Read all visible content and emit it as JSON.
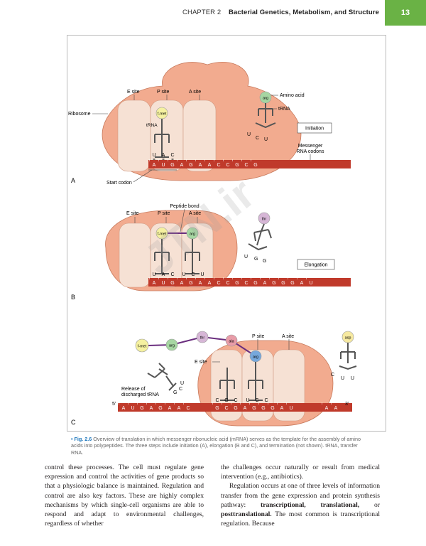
{
  "header": {
    "chapter": "CHAPTER 2",
    "title": "Bacterial Genetics, Metabolism, and Structure",
    "page_number": "13"
  },
  "figure": {
    "panels": {
      "a": {
        "letter": "A",
        "site_e": "E site",
        "site_p": "P site",
        "site_a": "A site",
        "ribosome": "Ribosome",
        "trna": "tRNA",
        "incoming_trna": "tRNA",
        "amino_acid": "Amino acid",
        "aa_p": "f-met",
        "aa_incoming": "arg",
        "stage": "Initiation",
        "messenger_1": "Messenger",
        "messenger_2": "RNA codons",
        "start_codon": "Start codon",
        "anticodon": [
          "U",
          "A",
          "C"
        ],
        "incoming_anticodon": [
          "U",
          "C",
          "U"
        ],
        "mrna": [
          "A",
          "U",
          "G",
          "A",
          "G",
          "A",
          "A",
          "C",
          "C",
          "G",
          "C",
          "G"
        ]
      },
      "b": {
        "letter": "B",
        "site_e": "E site",
        "site_p": "P site",
        "site_a": "A site",
        "peptide_bond": "Peptide bond",
        "aa_p": "f-met",
        "aa_a": "arg",
        "aa_incoming": "thr",
        "stage": "Elongation",
        "anticodon_p": [
          "U",
          "A",
          "C"
        ],
        "anticodon_a": [
          "U",
          "C",
          "U"
        ],
        "incoming_anticodon": [
          "U",
          "G",
          "G"
        ],
        "mrna": [
          "A",
          "U",
          "G",
          "A",
          "G",
          "A",
          "A",
          "C",
          "C",
          "G",
          "C",
          "G",
          "A",
          "G",
          "G",
          "G",
          "A",
          "U"
        ]
      },
      "c": {
        "letter": "C",
        "site_e": "E site",
        "site_p": "P site",
        "site_a": "A site",
        "chain": [
          "f-met",
          "arg",
          "thr",
          "ala"
        ],
        "aa_p": "arg",
        "aa_incoming": "asp",
        "release_1": "Release of",
        "release_2": "discharged tRNA",
        "released_anticodon": [
          "U",
          "C",
          "G"
        ],
        "anticodon_e": [
          "C",
          "G",
          "C"
        ],
        "anticodon_p": [
          "U",
          "C",
          "C"
        ],
        "incoming_anticodon": [
          "C",
          "U",
          "U"
        ],
        "five_prime": "5'",
        "three_prime": "3'",
        "mrna_left": [
          "A",
          "U",
          "G",
          "A",
          "G",
          "A",
          "A",
          "C"
        ],
        "mrna_ribo": [
          "G",
          "C",
          "G",
          "A",
          "G",
          "G",
          "G",
          "A",
          "U"
        ],
        "mrna_right": [
          "A",
          "A"
        ]
      }
    },
    "caption": {
      "bullet": "•",
      "label": "Fig. 2.6",
      "text": "Overview of translation in which messenger ribonucleic acid (mRNA) serves as the template for the assembly of amino acids into polypeptides. The three steps include initiation (A), elongation (B and C), and termination (not shown). tRNA, transfer RNA."
    }
  },
  "watermark": "JTN.ir",
  "colors": {
    "ribosome": "#f2ab8f",
    "ribosome_edge": "#c87a5c",
    "site": "#f6e1d4",
    "mrna": "#c03a2b",
    "fmet": "#f5f1a0",
    "arg": "#a6d6a2",
    "thr": "#d6b6d6",
    "ala": "#e89ca8",
    "asp": "#f6e9a0",
    "peptide": "#6a2e7e",
    "accent": "#6ab245"
  },
  "body": {
    "left_col": "control these processes. The cell must regulate gene expression and control the activities of gene products so that a physiologic balance is maintained. Regulation and control are also key factors. These are highly complex mechanisms by which single-cell organisms are able to respond and adapt to environmental challenges, regardless of whether",
    "right_p1": "the challenges occur naturally or result from medical intervention (e.g., antibiotics).",
    "right_p2_a": "Regulation occurs at one of three levels of information transfer from the gene expression and protein synthesis pathway: ",
    "bold_1": "transcriptional, translational,",
    "or_word": " or ",
    "bold_2": "posttranslational.",
    "right_p2_b": " The most common is transcriptional regulation. Because"
  }
}
